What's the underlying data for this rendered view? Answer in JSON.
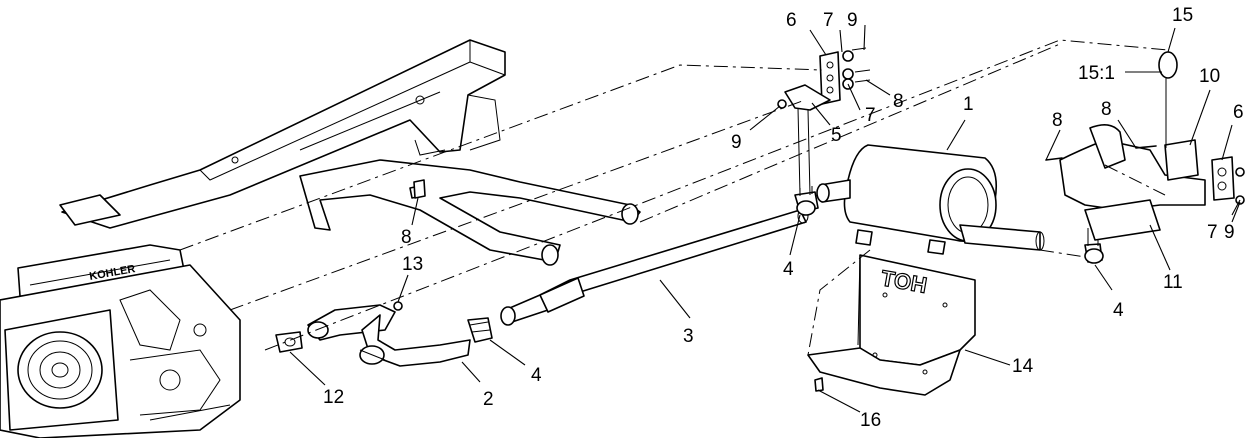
{
  "diagram": {
    "callouts": [
      "1",
      "2",
      "3",
      "4",
      "4",
      "4",
      "5",
      "6",
      "6",
      "7",
      "7",
      "7",
      "8",
      "8",
      "8",
      "8",
      "9",
      "9",
      "9",
      "10",
      "11",
      "12",
      "13",
      "14",
      "15",
      "15:1",
      "16"
    ],
    "engine_brand_text": "KOHLER",
    "heat_shield_marking": "TOH",
    "line_color": "#000000",
    "background_color": "#ffffff"
  }
}
